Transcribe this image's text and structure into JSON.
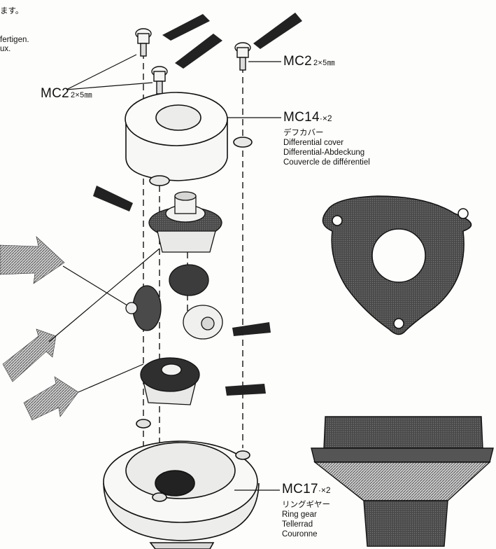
{
  "corner_text": [
    "ます。",
    "fertigen.",
    "ux."
  ],
  "callouts": {
    "mc2_right": {
      "code": "MC2",
      "size": "2×5㎜"
    },
    "mc2_left": {
      "code": "MC2",
      "size": "2×5㎜"
    },
    "mc14": {
      "code": "MC14",
      "qty": "·×2",
      "lines": [
        "デフカバー",
        "Differential cover",
        "Differential-Abdeckung",
        "Couvercle de différentiel"
      ]
    },
    "mc17": {
      "code": "MC17",
      "qty": "·×2",
      "lines": [
        "リングギヤー",
        "Ring gear",
        "Tellerrad",
        "Couronne"
      ]
    }
  },
  "colors": {
    "ink": "#111111",
    "paper": "#fdfdfb",
    "dark_part": "#3a3a3a",
    "mid_part": "#7a7a7a"
  }
}
